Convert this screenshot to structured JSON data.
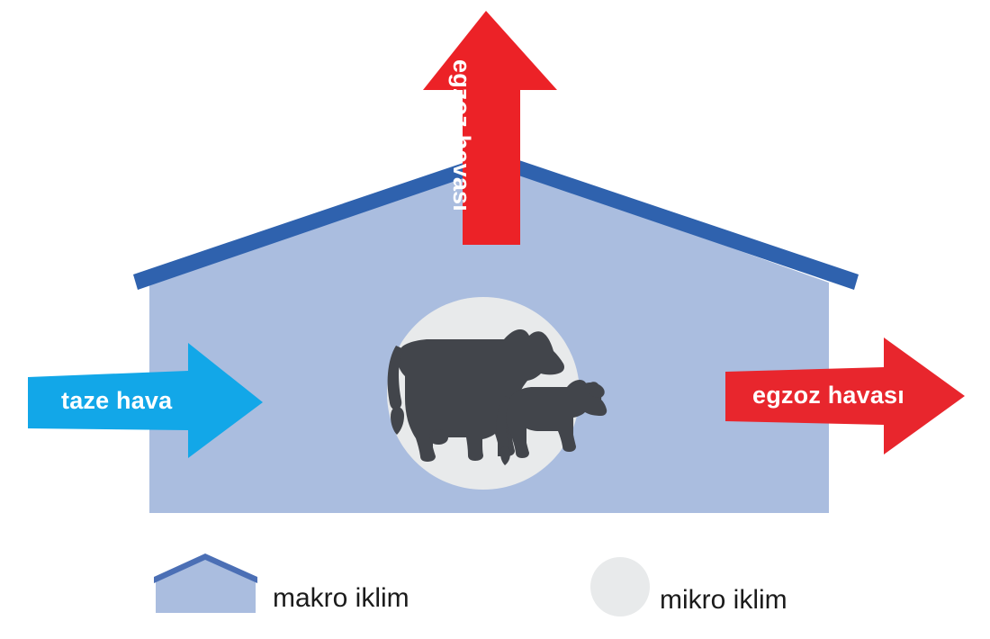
{
  "diagram": {
    "title": "Barn ventilation macro and micro climate diagram",
    "building": {
      "name": "barn",
      "wall_color": "#aabddf",
      "roof_color": "#2f62ae"
    },
    "micro_climate_zone": {
      "name": "cow-circle",
      "circle_color": "#e8eaeb",
      "animal_color": "#42454b",
      "animals": [
        "cow",
        "calf"
      ]
    },
    "arrows": [
      {
        "id": "fresh-air",
        "label": "taze hava",
        "color": "#12a7e8",
        "direction": "right",
        "label_color": "#ffffff"
      },
      {
        "id": "exhaust-air-side",
        "label": "egzoz havası",
        "color": "#e8262d",
        "direction": "right",
        "label_color": "#ffffff"
      },
      {
        "id": "exhaust-air-top",
        "label": "egzoz havası",
        "color": "#ec2227",
        "direction": "up",
        "label_color": "#ffe8e2"
      }
    ],
    "legend": {
      "items": [
        {
          "id": "macro",
          "label": "makro iklim",
          "swatch": "house-icon",
          "color": "#aabddf",
          "outline": "#4b6fb5"
        },
        {
          "id": "micro",
          "label": "mikro iklim",
          "swatch": "circle-icon",
          "color": "#e8eaeb",
          "outline": "#e8eaeb"
        }
      ]
    }
  }
}
